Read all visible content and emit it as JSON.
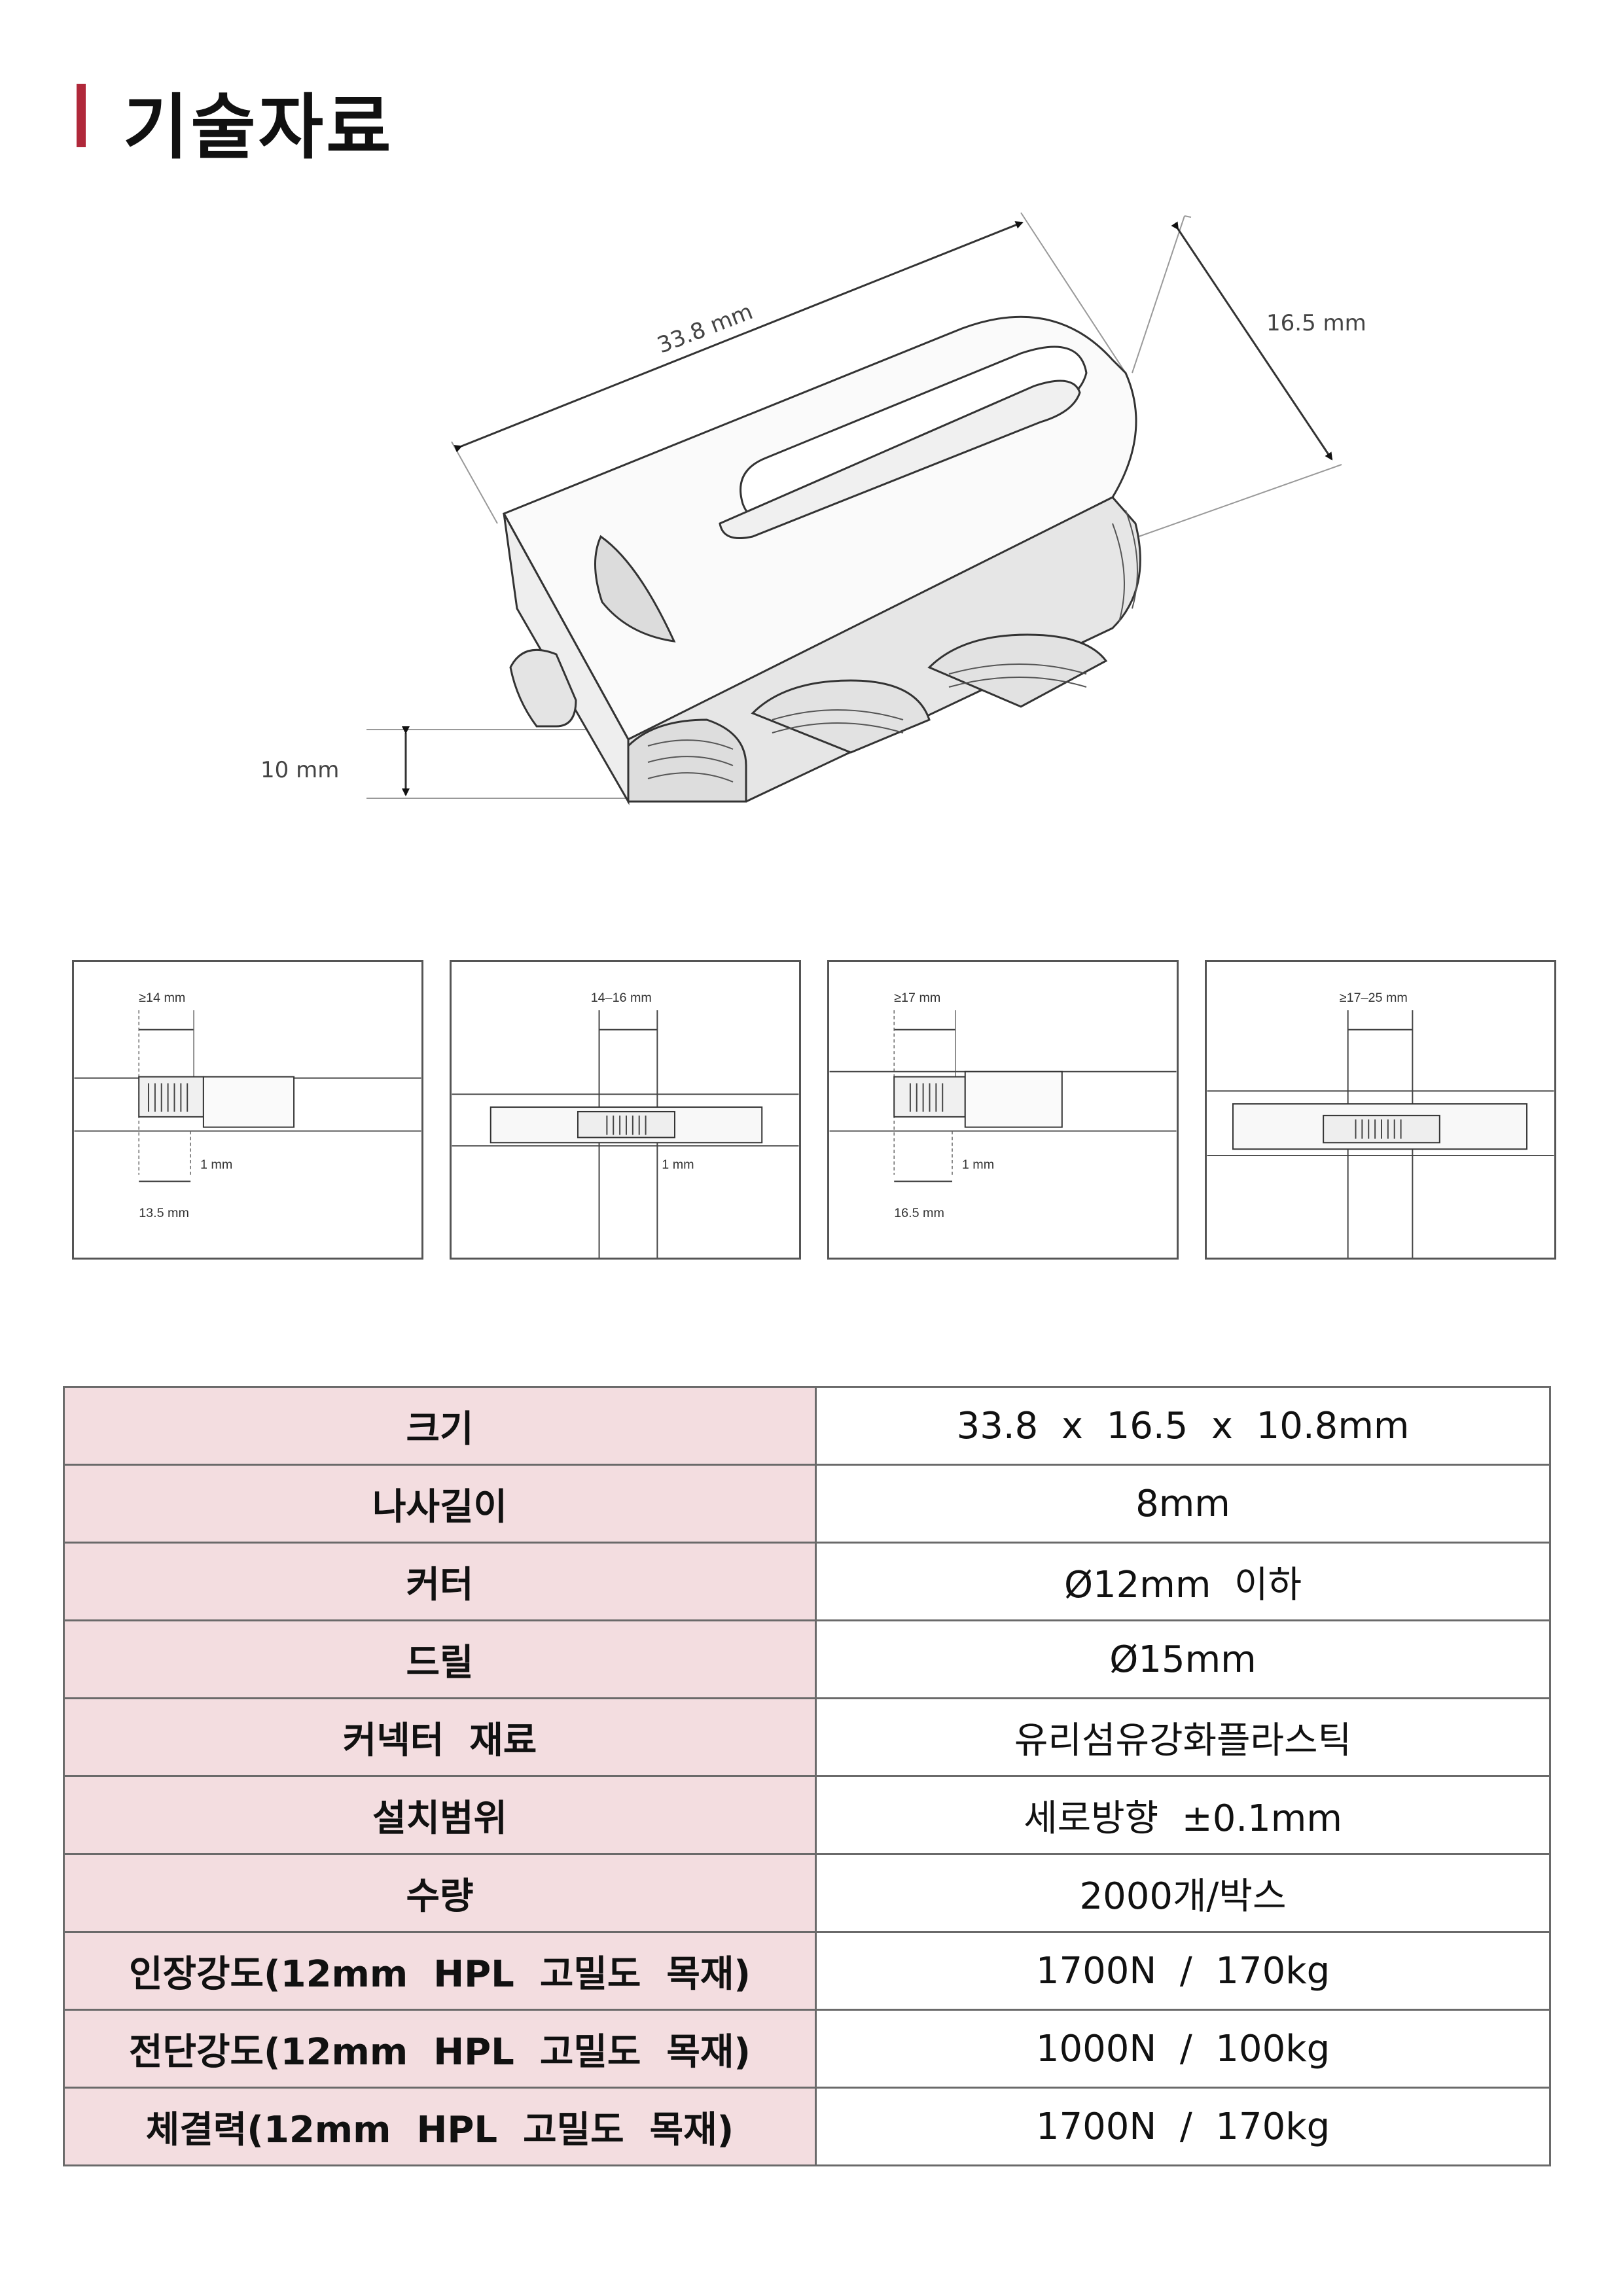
{
  "page": {
    "title": "기술자료",
    "accent_color": "#b0283a"
  },
  "drawing": {
    "length_label": "33.8 mm",
    "width_label": "16.5 mm",
    "height_label": "10 mm"
  },
  "panels": [
    {
      "top_label": "≥14 mm",
      "gap_label": "1 mm",
      "bottom_label": "13.5 mm"
    },
    {
      "top_label": "14–16 mm",
      "gap_label": "1 mm",
      "bottom_label": ""
    },
    {
      "top_label": "≥17 mm",
      "gap_label": "1 mm",
      "bottom_label": "16.5 mm"
    },
    {
      "top_label": "≥17–25 mm",
      "gap_label": "",
      "bottom_label": ""
    }
  ],
  "specs": {
    "header_bg": "#f3dde0",
    "rows": [
      {
        "key": "크기",
        "value": "33.8  x  16.5  x  10.8mm"
      },
      {
        "key": "나사길이",
        "value": "8mm"
      },
      {
        "key": "커터",
        "value": "Ø12mm  이하"
      },
      {
        "key": "드릴",
        "value": "Ø15mm"
      },
      {
        "key": "커넥터  재료",
        "value": "유리섬유강화플라스틱"
      },
      {
        "key": "설치범위",
        "value": "세로방향  ±0.1mm"
      },
      {
        "key": "수량",
        "value": "2000개/박스"
      },
      {
        "key": "인장강도(12mm  HPL  고밀도  목재)",
        "value": "1700N  /  170kg"
      },
      {
        "key": "전단강도(12mm  HPL  고밀도  목재)",
        "value": "1000N  /  100kg"
      },
      {
        "key": "체결력(12mm  HPL  고밀도  목재)",
        "value": "1700N  /  170kg"
      }
    ]
  }
}
